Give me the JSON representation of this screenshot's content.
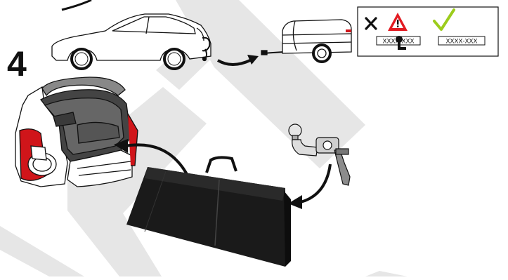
{
  "step": {
    "number": "4"
  },
  "plate_panel": {
    "wrong_plate_text": "XXXX-XXX",
    "correct_plate_text": "XXXX-XXX",
    "wrong_mark_icon": "cross-icon",
    "warning_icon": "warning-triangle-icon",
    "correct_mark_icon": "checkmark-icon"
  },
  "colors": {
    "warning_red": "#e21b22",
    "check_green": "#9ccc1c",
    "car_light_red": "#d0151a",
    "bag_black": "#1a1a1a",
    "watermark_gray": "#e6e6e6"
  }
}
